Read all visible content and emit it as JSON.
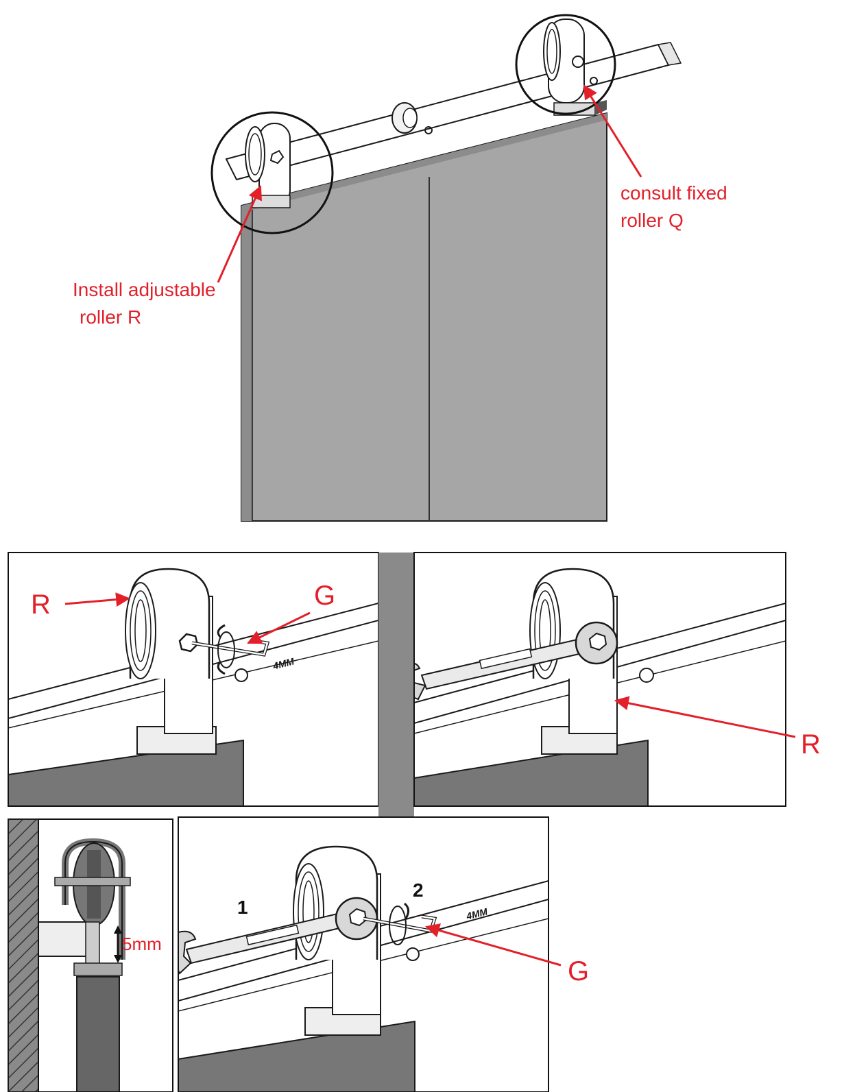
{
  "top_view": {
    "left_label_line1": "Install adjustable",
    "left_label_line2": "roller R",
    "right_label_line1": "consult fixed",
    "right_label_line2": "roller Q"
  },
  "panel_a": {
    "roller_label": "R",
    "key_label": "G",
    "size_label": "4MM"
  },
  "panel_b": {
    "roller_label": "R"
  },
  "panel_c": {
    "gap_label": "5mm"
  },
  "panel_d": {
    "step1": "1",
    "step2": "2",
    "size_label": "4MM",
    "key_label": "G"
  },
  "colors": {
    "annotation": "#e3202a",
    "door": "#a6a6a6",
    "door_dark": "#6e6e6e",
    "outline": "#1a1a1a"
  },
  "icons": [
    "roller-icon",
    "wrench-icon",
    "hex-key-icon",
    "arrow-icon"
  ]
}
